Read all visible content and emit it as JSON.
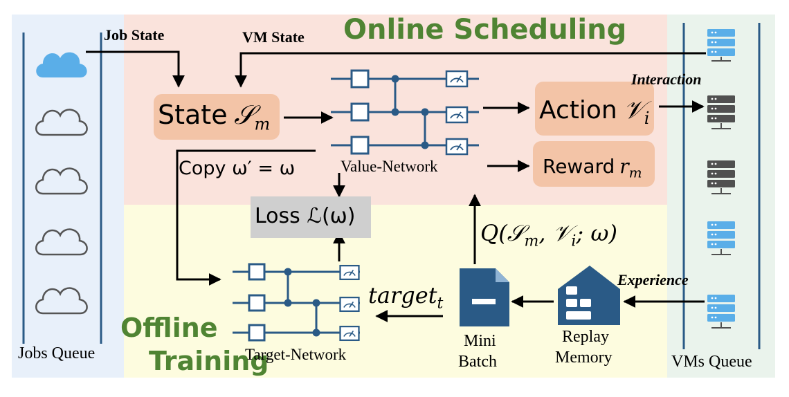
{
  "labels": {
    "job_state": "Job State",
    "vm_state": "VM State",
    "online_scheduling": "Online Scheduling",
    "offline": "Offline",
    "training": "Training",
    "state_text": "State",
    "state_sym": "𝒮",
    "state_sub": "m",
    "action_text": "Action",
    "action_sym": "𝒱",
    "action_sub": "i",
    "reward_text": "Reward",
    "reward_sym": "r",
    "reward_sub": "m",
    "interaction": "Interaction",
    "experience": "Experience",
    "copy": "Copy ω′ = ω",
    "value_network": "Value-Network",
    "target_network": "Target-Network",
    "loss": "Loss ℒ(ω)",
    "q_function": "Q(𝒮",
    "q_sub_m": "m",
    "q_mid": ", 𝒱",
    "q_sub_i": "i",
    "q_end": "; ω)",
    "target_text": "target",
    "target_sub": "t",
    "mini_batch_1": "Mini",
    "mini_batch_2": "Batch",
    "replay_1": "Replay",
    "replay_2": "Memory",
    "jobs_queue": "Jobs Queue",
    "vms_queue": "VMs Queue"
  },
  "icons": {
    "cloud": "cloud-icon",
    "server": "server-icon",
    "document": "document-icon",
    "house": "replay-memory-icon",
    "meter": "meter-icon"
  },
  "colors": {
    "online_bg": "#fae3dc",
    "offline_bg": "#fdfcdf",
    "jobs_bg": "#e8f0fa",
    "vms_bg": "#eaf3ec",
    "accent_box": "#f3c4a7",
    "title_green": "#4f8433",
    "network_blue": "#2a5a86",
    "server_blue": "#5aaee8",
    "server_gray": "#505050"
  }
}
